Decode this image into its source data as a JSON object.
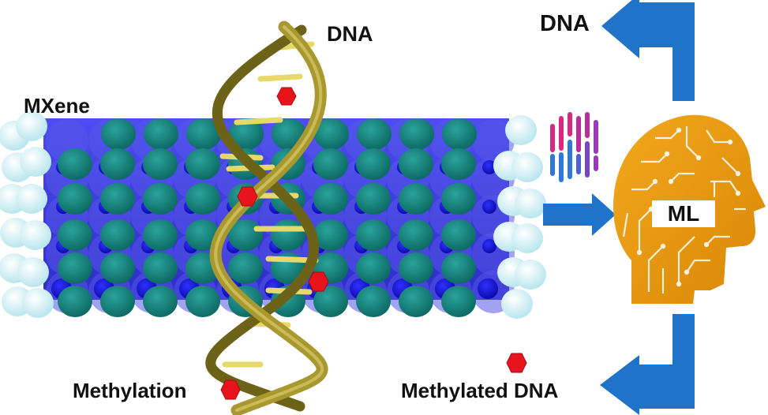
{
  "labels": {
    "mxene": "MXene",
    "dna_top": "DNA",
    "dna_right": "DNA",
    "methylation": "Methylation",
    "methylated_dna": "Methylated DNA",
    "ml": "ML"
  },
  "colors": {
    "mxene_slab": "#3b3bd8",
    "mxene_slab_light": "#6f6ff0",
    "mxene_atom_teal": "#137e78",
    "mxene_atom_blue": "#0d0db8",
    "mxene_edge_atom": "#c7eef3",
    "dna_strand": "#9a8c2c",
    "dna_strand_dark": "#6d6318",
    "dna_base_pair": "#e6d96a",
    "methyl_marker": "#e8141b",
    "arrow": "#1f73c8",
    "ml_head": "#e69512",
    "signal_pink": "#d8287f",
    "signal_purple": "#9a3ab8",
    "signal_blue": "#2f78d8"
  },
  "icons": {
    "methyl_marker": "red-hexagon-icon",
    "sequencing_signal": "barcode-signal-icon",
    "ml_model": "circuit-head-icon"
  }
}
